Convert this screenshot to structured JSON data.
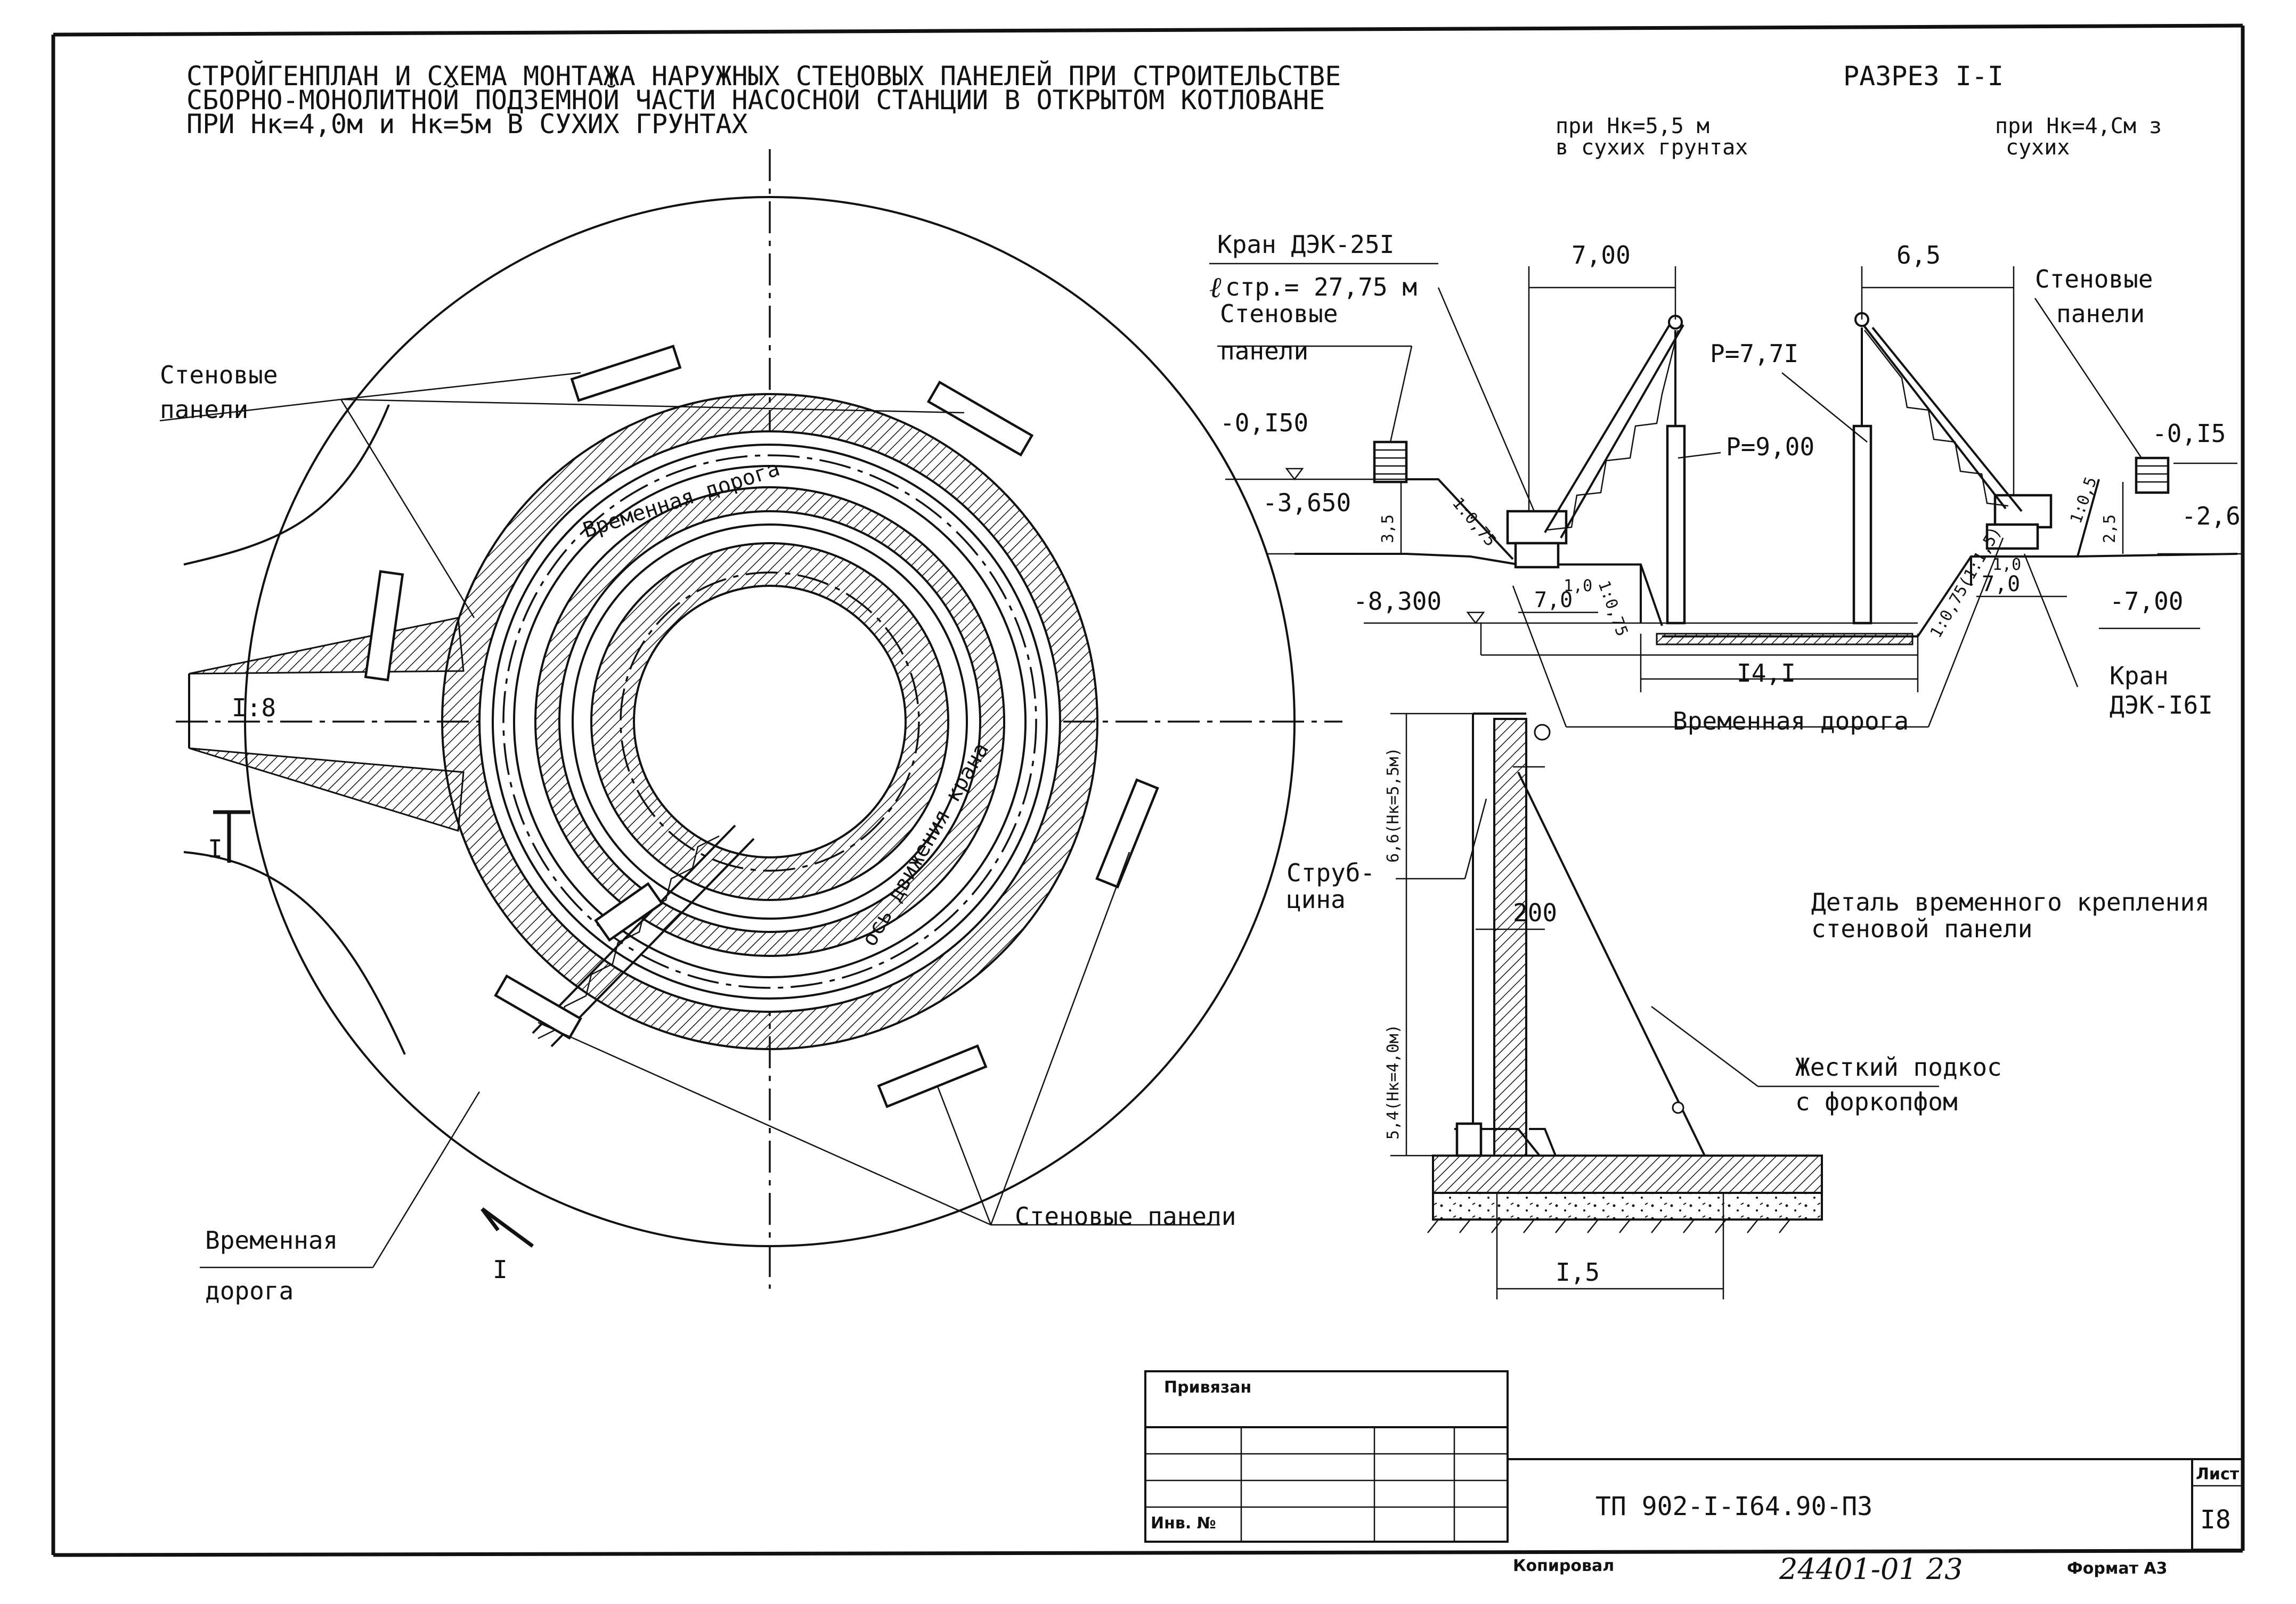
{
  "title": {
    "line1": "СТРОЙГЕНПЛАН И СХЕМА МОНТАЖА НАРУЖНЫХ СТЕНОВЫХ ПАНЕЛЕЙ ПРИ СТРОИТЕЛЬСТВЕ",
    "line2": "СБОРНО-МОНОЛИТНОЙ ПОДЗЕМНОЙ ЧАСТИ НАСОСНОЙ СТАНЦИИ В ОТКРЫТОМ КОТЛОВАНЕ",
    "line3": "ПРИ Нк=4,0м и Нк=5м В СУХИХ ГРУНТАХ"
  },
  "plan": {
    "wall_panels_top_1": "Стеновые",
    "wall_panels_top_2": "панели",
    "slope": "I:8",
    "section_mark_top": "I",
    "section_mark_bottom": "I",
    "temp_road_ring": "Временная дорога",
    "crane_axis": "ось движения крана",
    "wall_panels_bottom": "Стеновые панели",
    "temp_road_1": "Временная",
    "temp_road_2": "дорога"
  },
  "section": {
    "title": "РАЗРЕЗ I-I",
    "left_case_1": "при Нк=5,5 м",
    "left_case_2": "в сухих грунтах",
    "right_case_1": "при Нк=4,См з",
    "right_case_2": "сухих",
    "crane_left": "Кран ДЭК-25I",
    "boom_length": "стр.= 27,75 м",
    "boom_symbol": "ℓ",
    "panels_left_1": "Стеновые",
    "panels_left_2": "панели",
    "panels_right_1": "Стеновые",
    "panels_right_2": "панели",
    "dim_7_00": "7,00",
    "dim_6_5": "6,5",
    "load_p771": "Р=7,7I",
    "load_p900": "Р=9,00",
    "lvl_m0150_l": "-0,I50",
    "lvl_m3650": "-3,650",
    "lvl_m8300": "-8,300",
    "lvl_m0150_r": "-0,I5",
    "lvl_m2_6": "-2,6",
    "lvl_m7_00": "-7,00",
    "dim_3_5": "3,5",
    "dim_2_5": "2,5",
    "slope_075_a": "1:0,75",
    "slope_075_b": "1:0,75",
    "slope_05": "1:0,5",
    "slope_075_15": "1:0,75(1:1,5)",
    "dim_7_0_l": "7,0",
    "dim_7_0_r": "7,0",
    "dim_1_0_l": "1,0",
    "dim_1_0_r": "1,0",
    "dim_14_1": "I4,I",
    "temp_road": "Временная дорога",
    "crane_right_1": "Кран",
    "crane_right_2": "ДЭК-I6I"
  },
  "detail": {
    "title_1": "Деталь временного крепления",
    "title_2": "стеновой панели",
    "strut_1": "Струб-",
    "strut_2": "цина",
    "dim_200": "200",
    "dim_6_6": "6,6(Нк=5,5м)",
    "dim_5_4": "5,4(Нк=4,0м)",
    "brace_1": "Жесткий подкос",
    "brace_2": "с форкопфом",
    "dim_1_5": "I,5"
  },
  "stamp": {
    "bound": "Привязан",
    "inv_no": "Инв. №",
    "doc_code": "ТП 902-I-I64.90-ПЗ",
    "sheet_label": "Лист",
    "sheet_no": "I8",
    "copied": "Копировал",
    "handwritten": "24401-01   23",
    "format": "Формат А3"
  }
}
